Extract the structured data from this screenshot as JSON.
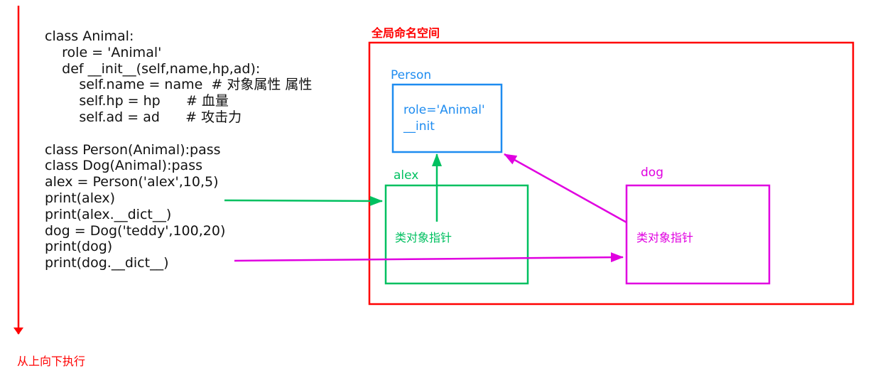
{
  "code_lines": [
    "class Animal:",
    "    role = 'Animal'",
    "    def __init__(self,name,hp,ad):",
    "        self.name = name  # 对象属性 属性",
    "        self.hp = hp      # 血量",
    "        self.ad = ad      # 攻击力",
    "",
    "class Person(Animal):pass",
    "class Dog(Animal):pass",
    "alex = Person('alex',10,5)",
    "print(alex)",
    "print(alex.__dict__)",
    "dog = Dog('teddy',100,20)",
    "print(dog)",
    "print(dog.__dict__)"
  ],
  "labels": {
    "execution_flow": "从上向下执行",
    "global_namespace": "全局命名空间",
    "person_title": "Person",
    "person_role": "role='Animal'",
    "person_init": "__init",
    "alex_title": "alex",
    "alex_pointer": "类对象指针",
    "dog_title": "dog",
    "dog_pointer": "类对象指针"
  },
  "colors": {
    "red": "#ff0000",
    "blue": "#1e8cf0",
    "green": "#00c060",
    "magenta": "#e000e0",
    "text": "#111111"
  }
}
